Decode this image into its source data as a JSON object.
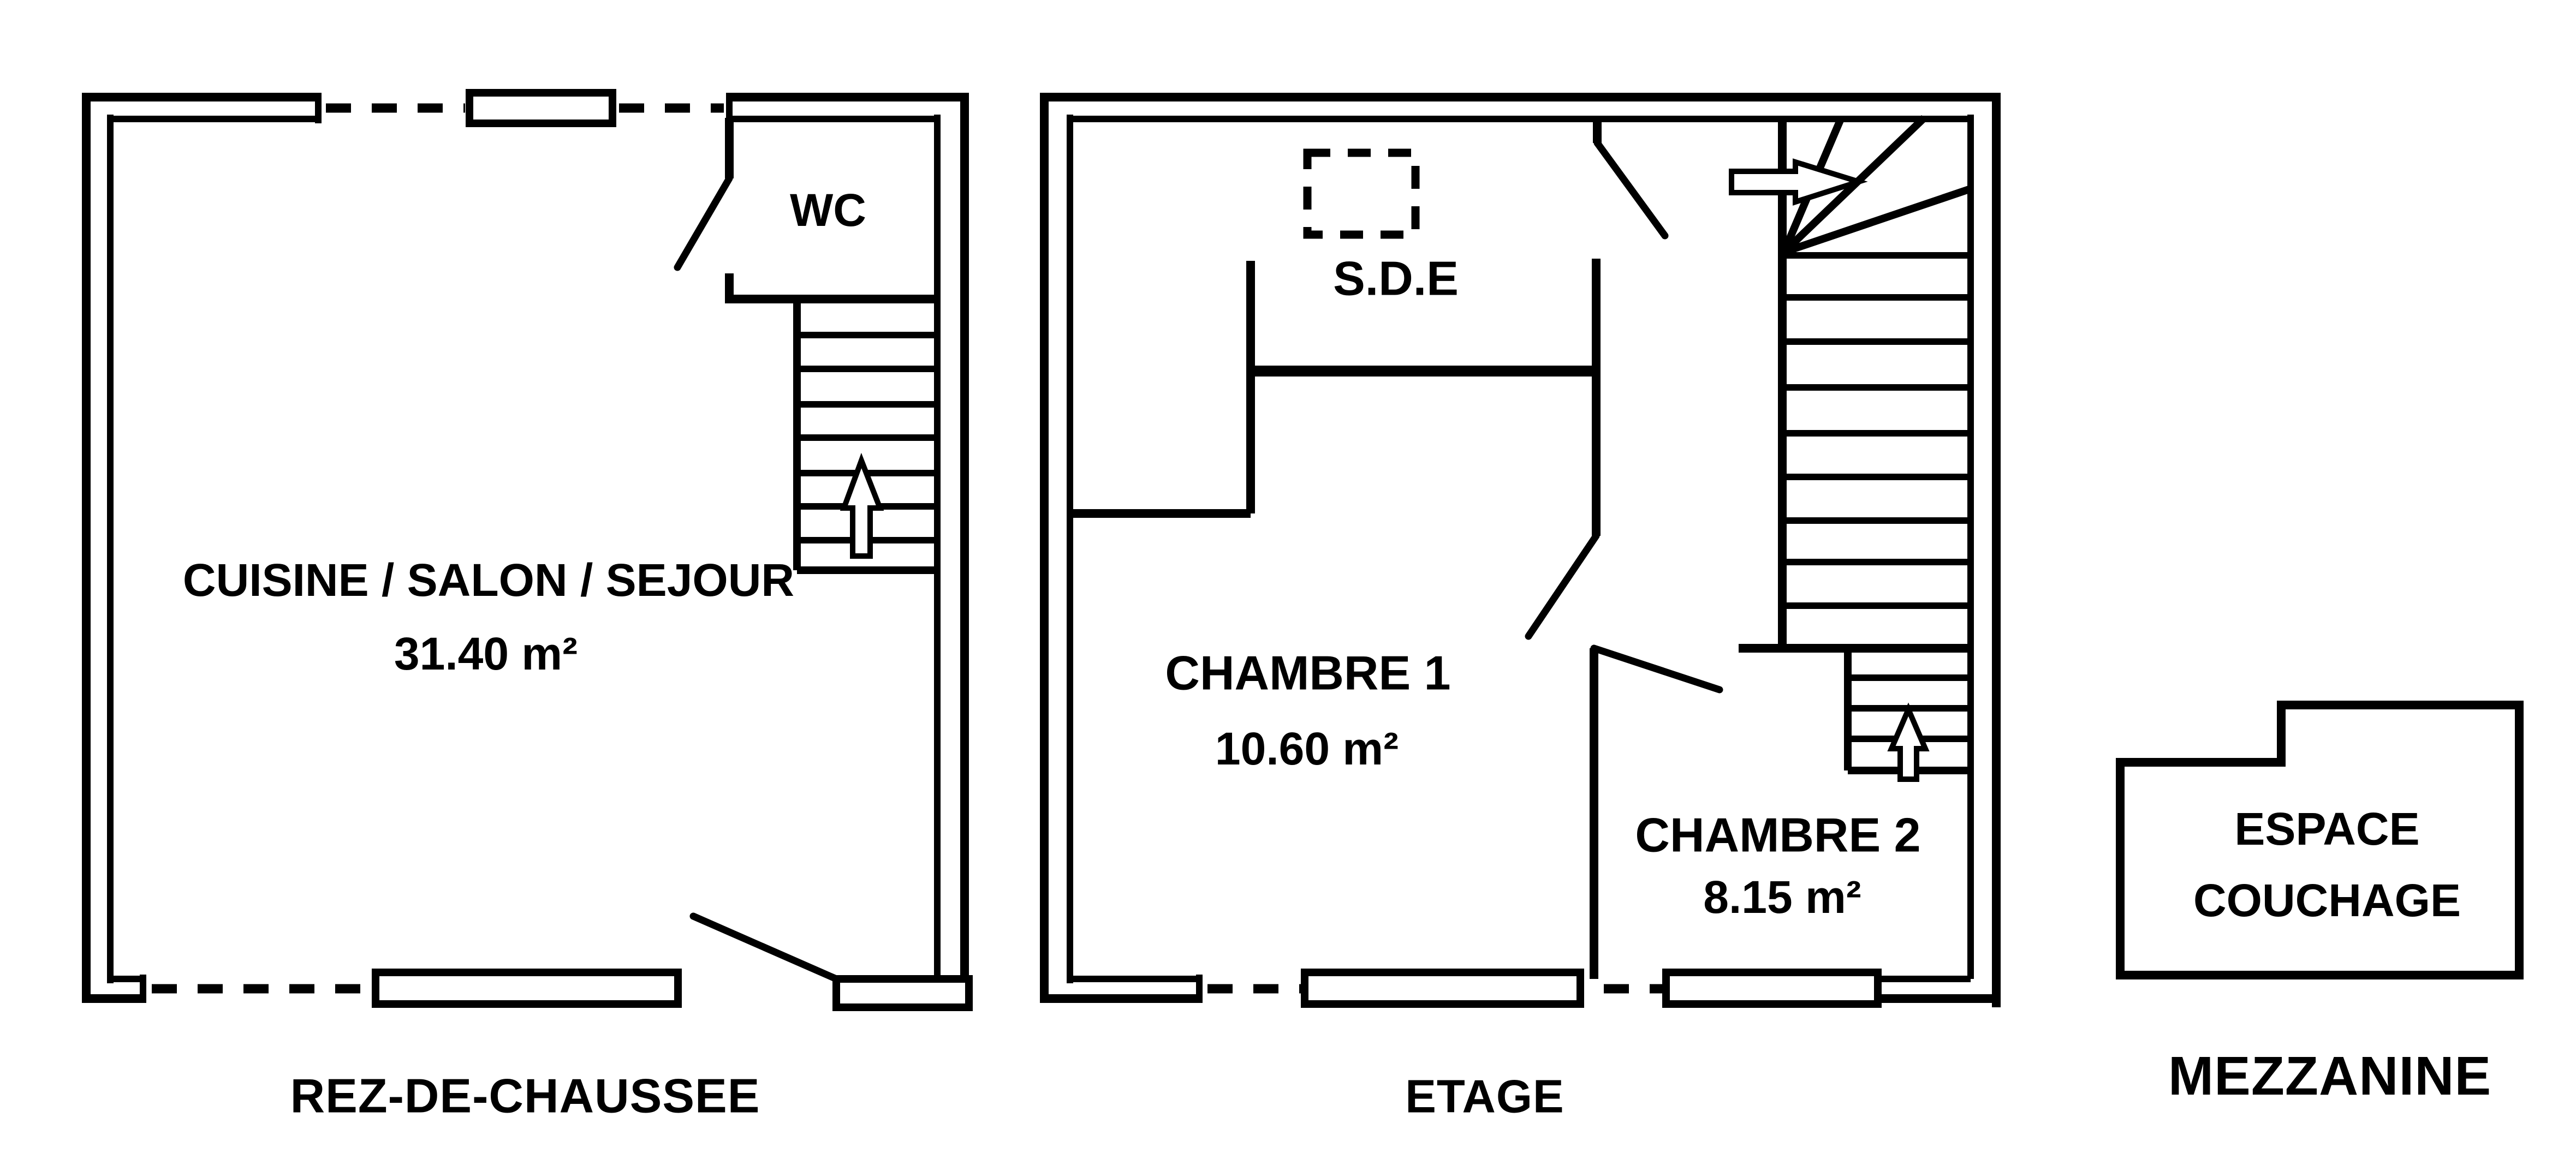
{
  "colors": {
    "ink": "#000000",
    "paper": "#ffffff"
  },
  "floors": {
    "rdc": {
      "label": "REZ-DE-CHAUSSEE",
      "rooms": {
        "cuisine_salon_sejour": {
          "name": "CUISINE / SALON / SEJOUR",
          "area": "31.40 m²"
        },
        "wc": {
          "name": "WC"
        }
      }
    },
    "etage": {
      "label": "ETAGE",
      "rooms": {
        "sde": {
          "name": "S.D.E"
        },
        "chambre1": {
          "name": "CHAMBRE 1",
          "area": "10.60 m²"
        },
        "chambre2": {
          "name": "CHAMBRE 2",
          "area": "8.15 m²"
        }
      }
    },
    "mezzanine": {
      "label": "MEZZANINE",
      "rooms": {
        "espace_couchage": {
          "name_lines": [
            "ESPACE",
            "COUCHAGE"
          ]
        }
      }
    }
  },
  "icons": {
    "rdc_stairs_direction": "up-arrow",
    "etage_stairs_entry": "right-arrow",
    "etage_stairs_direction": "up-arrow"
  }
}
